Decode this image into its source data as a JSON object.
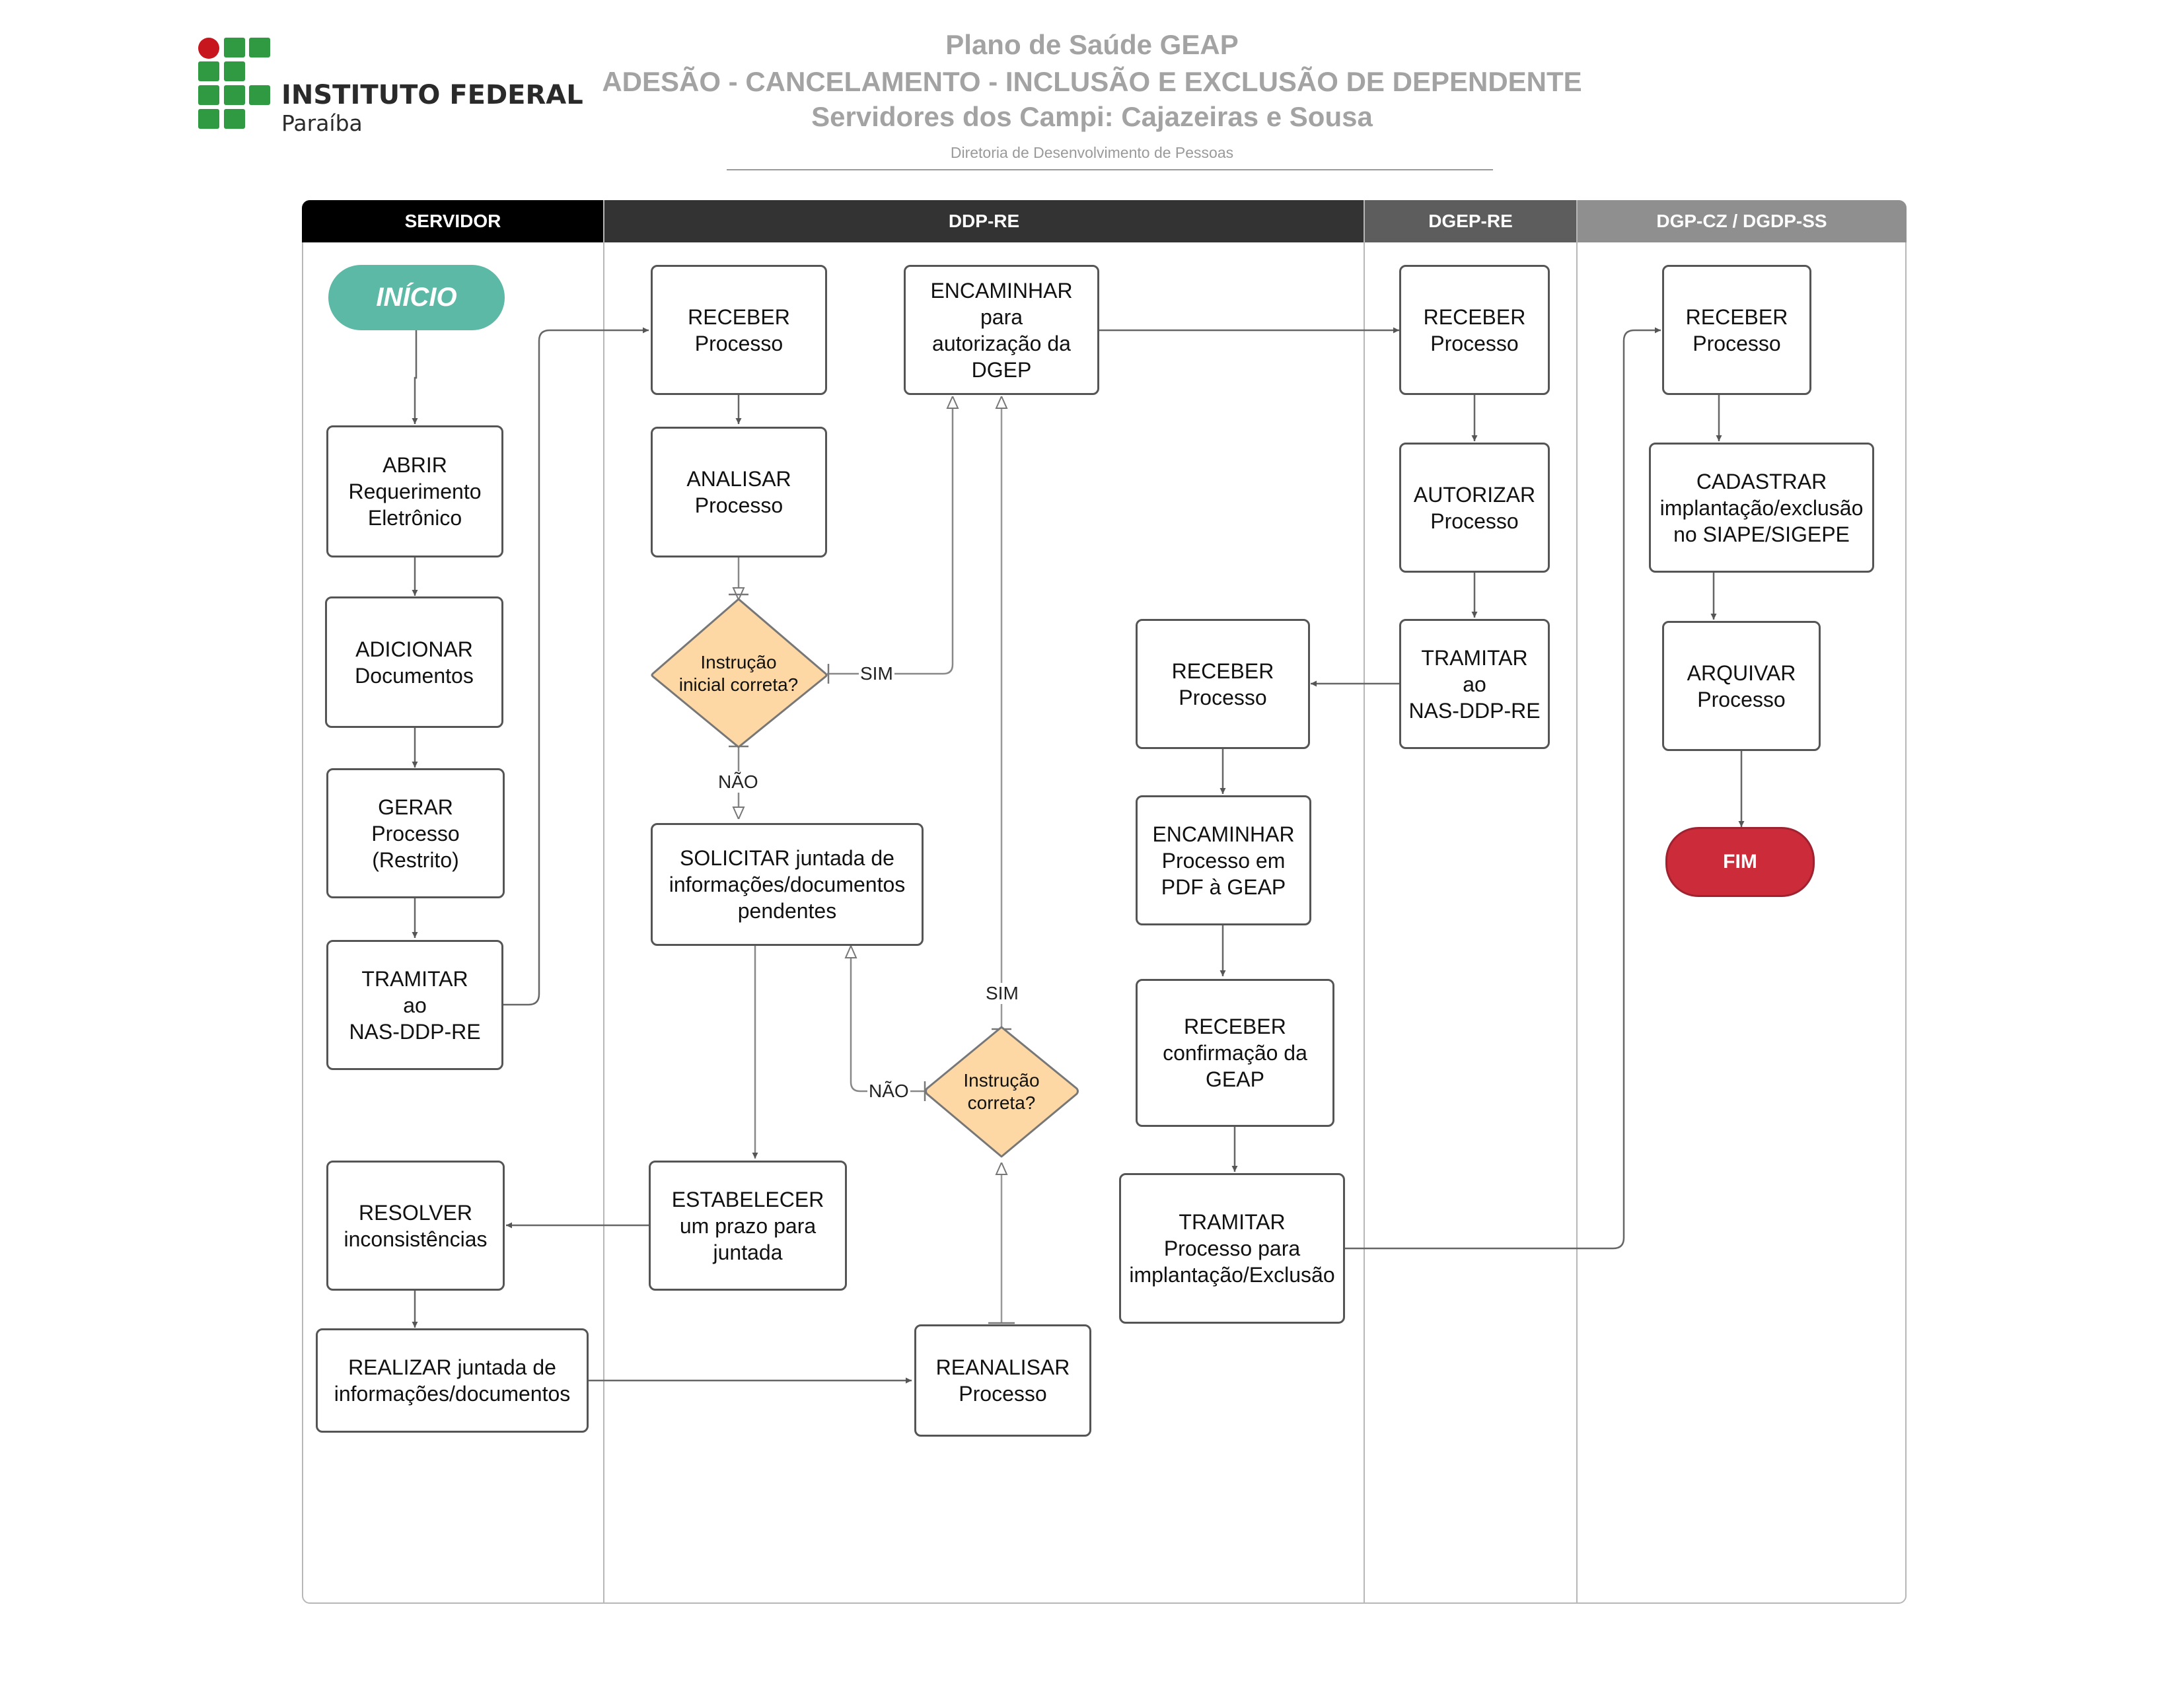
{
  "logo": {
    "name": "INSTITUTO FEDERAL",
    "subname": "Paraíba"
  },
  "header": {
    "title": "Plano de Saúde GEAP",
    "subtitle": "ADESÃO - CANCELAMENTO - INCLUSÃO E EXCLUSÃO DE DEPENDENTE",
    "campi": "Servidores dos Campi: Cajazeiras e Sousa",
    "directorate": "Diretoria de Desenvolvimento de Pessoas"
  },
  "lanes": {
    "servidor": "SERVIDOR",
    "ddp_re": "DDP-RE",
    "dgep_re": "DGEP-RE",
    "dgp": "DGP-CZ / DGDP-SS"
  },
  "nodes": {
    "inicio": "INÍCIO",
    "abrir": "ABRIR\nRequerimento\nEletrônico",
    "adicionar": "ADICIONAR\nDocumentos",
    "gerar": "GERAR\nProcesso\n(Restrito)",
    "tramitar_srv": "TRAMITAR\nao\nNAS-DDP-RE",
    "resolver": "RESOLVER\ninconsistências",
    "realizar": "REALIZAR  juntada de\ninformações/documentos",
    "receber_ddp": "RECEBER\nProcesso",
    "analisar": "ANALISAR\nProcesso",
    "dec_inicial": "Instrução\ninicial correta?",
    "solicitar": "SOLICITAR juntada de\ninformações/documentos\npendentes",
    "estabelecer": "ESTABELECER\num prazo para\njuntada",
    "encaminhar_dgep": "ENCAMINHAR\npara\nautorização da\nDGEP",
    "dec_instrucao": "Instrução\ncorreta?",
    "reanalisar": "REANALISAR\nProcesso",
    "receber_ddp2": "RECEBER\nProcesso",
    "encaminhar_pdf": "ENCAMINHAR\nProcesso em\nPDF à GEAP",
    "receber_conf": "RECEBER\nconfirmação da\nGEAP",
    "tramitar_impl": "TRAMITAR\nProcesso para\nimplantação/Exclusão",
    "receber_dgep": "RECEBER\nProcesso",
    "autorizar": "AUTORIZAR\nProcesso",
    "tramitar_dgep": "TRAMITAR\nao\nNAS-DDP-RE",
    "receber_dgp": "RECEBER\nProcesso",
    "cadastrar": "CADASTRAR\nimplantação/exclusão\nno SIAPE/SIGEPE",
    "arquivar": "ARQUIVAR\nProcesso",
    "fim": "FIM"
  },
  "edge_labels": {
    "sim_1": "SIM",
    "nao_1": "NÃO",
    "sim_2": "SIM",
    "nao_2": "NÃO"
  },
  "colors": {
    "start": "#5bb9a6",
    "end": "#cc2b3a",
    "decision": "#fdd8a5",
    "lane_servidor": "#000000",
    "lane_ddp": "#333333",
    "lane_dgep": "#5d5d5d",
    "lane_dgp": "#8f8f8f",
    "logo_green": "#2f9a41",
    "logo_red": "#c8161e"
  }
}
